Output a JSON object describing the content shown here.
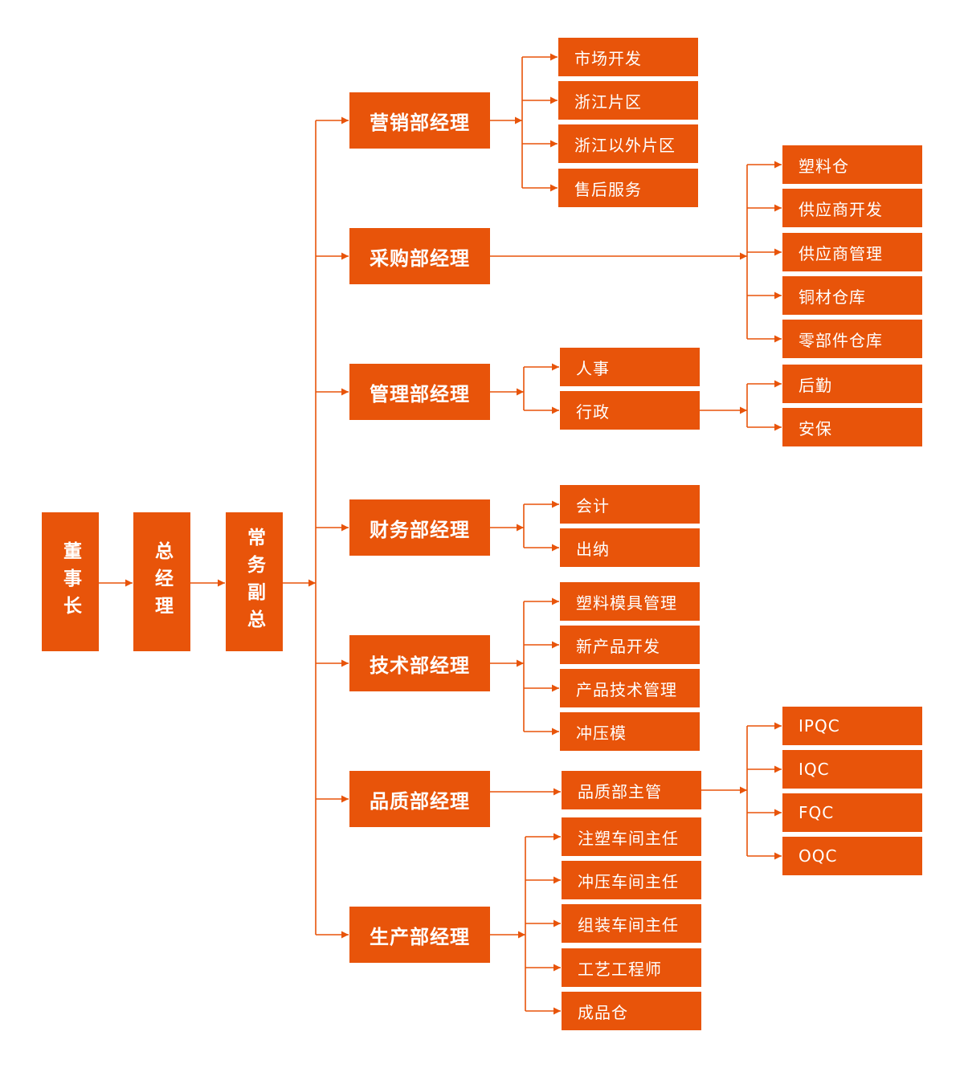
{
  "colors": {
    "box": "#e8540a",
    "line": "#e8540a",
    "text": "#ffffff"
  },
  "chain": [
    "董事长",
    "总经理",
    "常务副总"
  ],
  "departments": [
    {
      "label": "营销部经理",
      "children": [
        "市场开发",
        "浙江片区",
        "浙江以外片区",
        "售后服务"
      ]
    },
    {
      "label": "采购部经理",
      "children": [
        "塑料仓",
        "供应商开发",
        "供应商管理",
        "铜材仓库",
        "零部件仓库"
      ]
    },
    {
      "label": "管理部经理",
      "children": [
        "人事",
        "行政"
      ],
      "sub": {
        "parent": "行政",
        "children": [
          "后勤",
          "安保"
        ]
      }
    },
    {
      "label": "财务部经理",
      "children": [
        "会计",
        "出纳"
      ]
    },
    {
      "label": "技术部经理",
      "children": [
        "塑料模具管理",
        "新产品开发",
        "产品技术管理",
        "冲压模"
      ]
    },
    {
      "label": "品质部经理",
      "children": [
        "品质部主管"
      ],
      "sub": {
        "parent": "品质部主管",
        "children": [
          "IPQC",
          "IQC",
          "FQC",
          "OQC"
        ]
      }
    },
    {
      "label": "生产部经理",
      "children": [
        "注塑车间主任",
        "冲压车间主任",
        "组装车间主任",
        "工艺工程师",
        "成品仓"
      ]
    }
  ]
}
